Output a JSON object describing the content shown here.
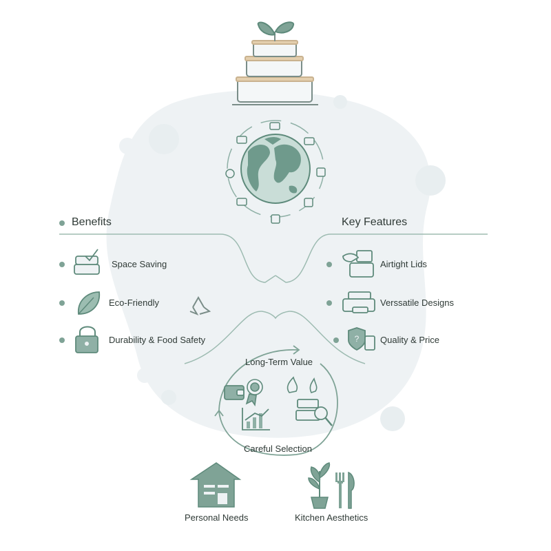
{
  "colors": {
    "accent": "#7fa396",
    "accent_dark": "#5e8a7b",
    "line": "#9dbbb1",
    "blob": "#eef2f4",
    "text": "#2f3a36"
  },
  "benefits": {
    "heading": "Benefits",
    "items": [
      {
        "label": "Space Saving",
        "icon": "stacked-containers-check-icon"
      },
      {
        "label": "Eco-Friendly",
        "icon": "leaf-icon"
      },
      {
        "label": "Durability & Food Safety",
        "icon": "padlock-icon"
      }
    ],
    "extra_icon": "recycle-icon"
  },
  "key_features": {
    "heading": "Key Features",
    "items": [
      {
        "label": "Airtight Lids",
        "icon": "hand-sealing-lid-icon"
      },
      {
        "label": "Verssatile Designs",
        "icon": "container-set-icon"
      },
      {
        "label": "Quality & Price",
        "icon": "shield-price-tag-icon"
      }
    ]
  },
  "cycle": {
    "top_label": "Long-Term Value",
    "bottom_label": "Careful Selection",
    "icons": [
      "wallet-icon",
      "award-badge-icon",
      "flame-icon",
      "growth-chart-icon",
      "containers-magnifier-icon"
    ]
  },
  "bottom": {
    "left_label": "Personal Needs",
    "right_label": "Kitchen Aesthetics",
    "left_icon": "house-shelves-icon",
    "right_icon": "plant-fork-knife-icon"
  },
  "top": {
    "icon": "stacked-containers-sprout-icon",
    "globe_icon": "earth-globe-icon"
  }
}
